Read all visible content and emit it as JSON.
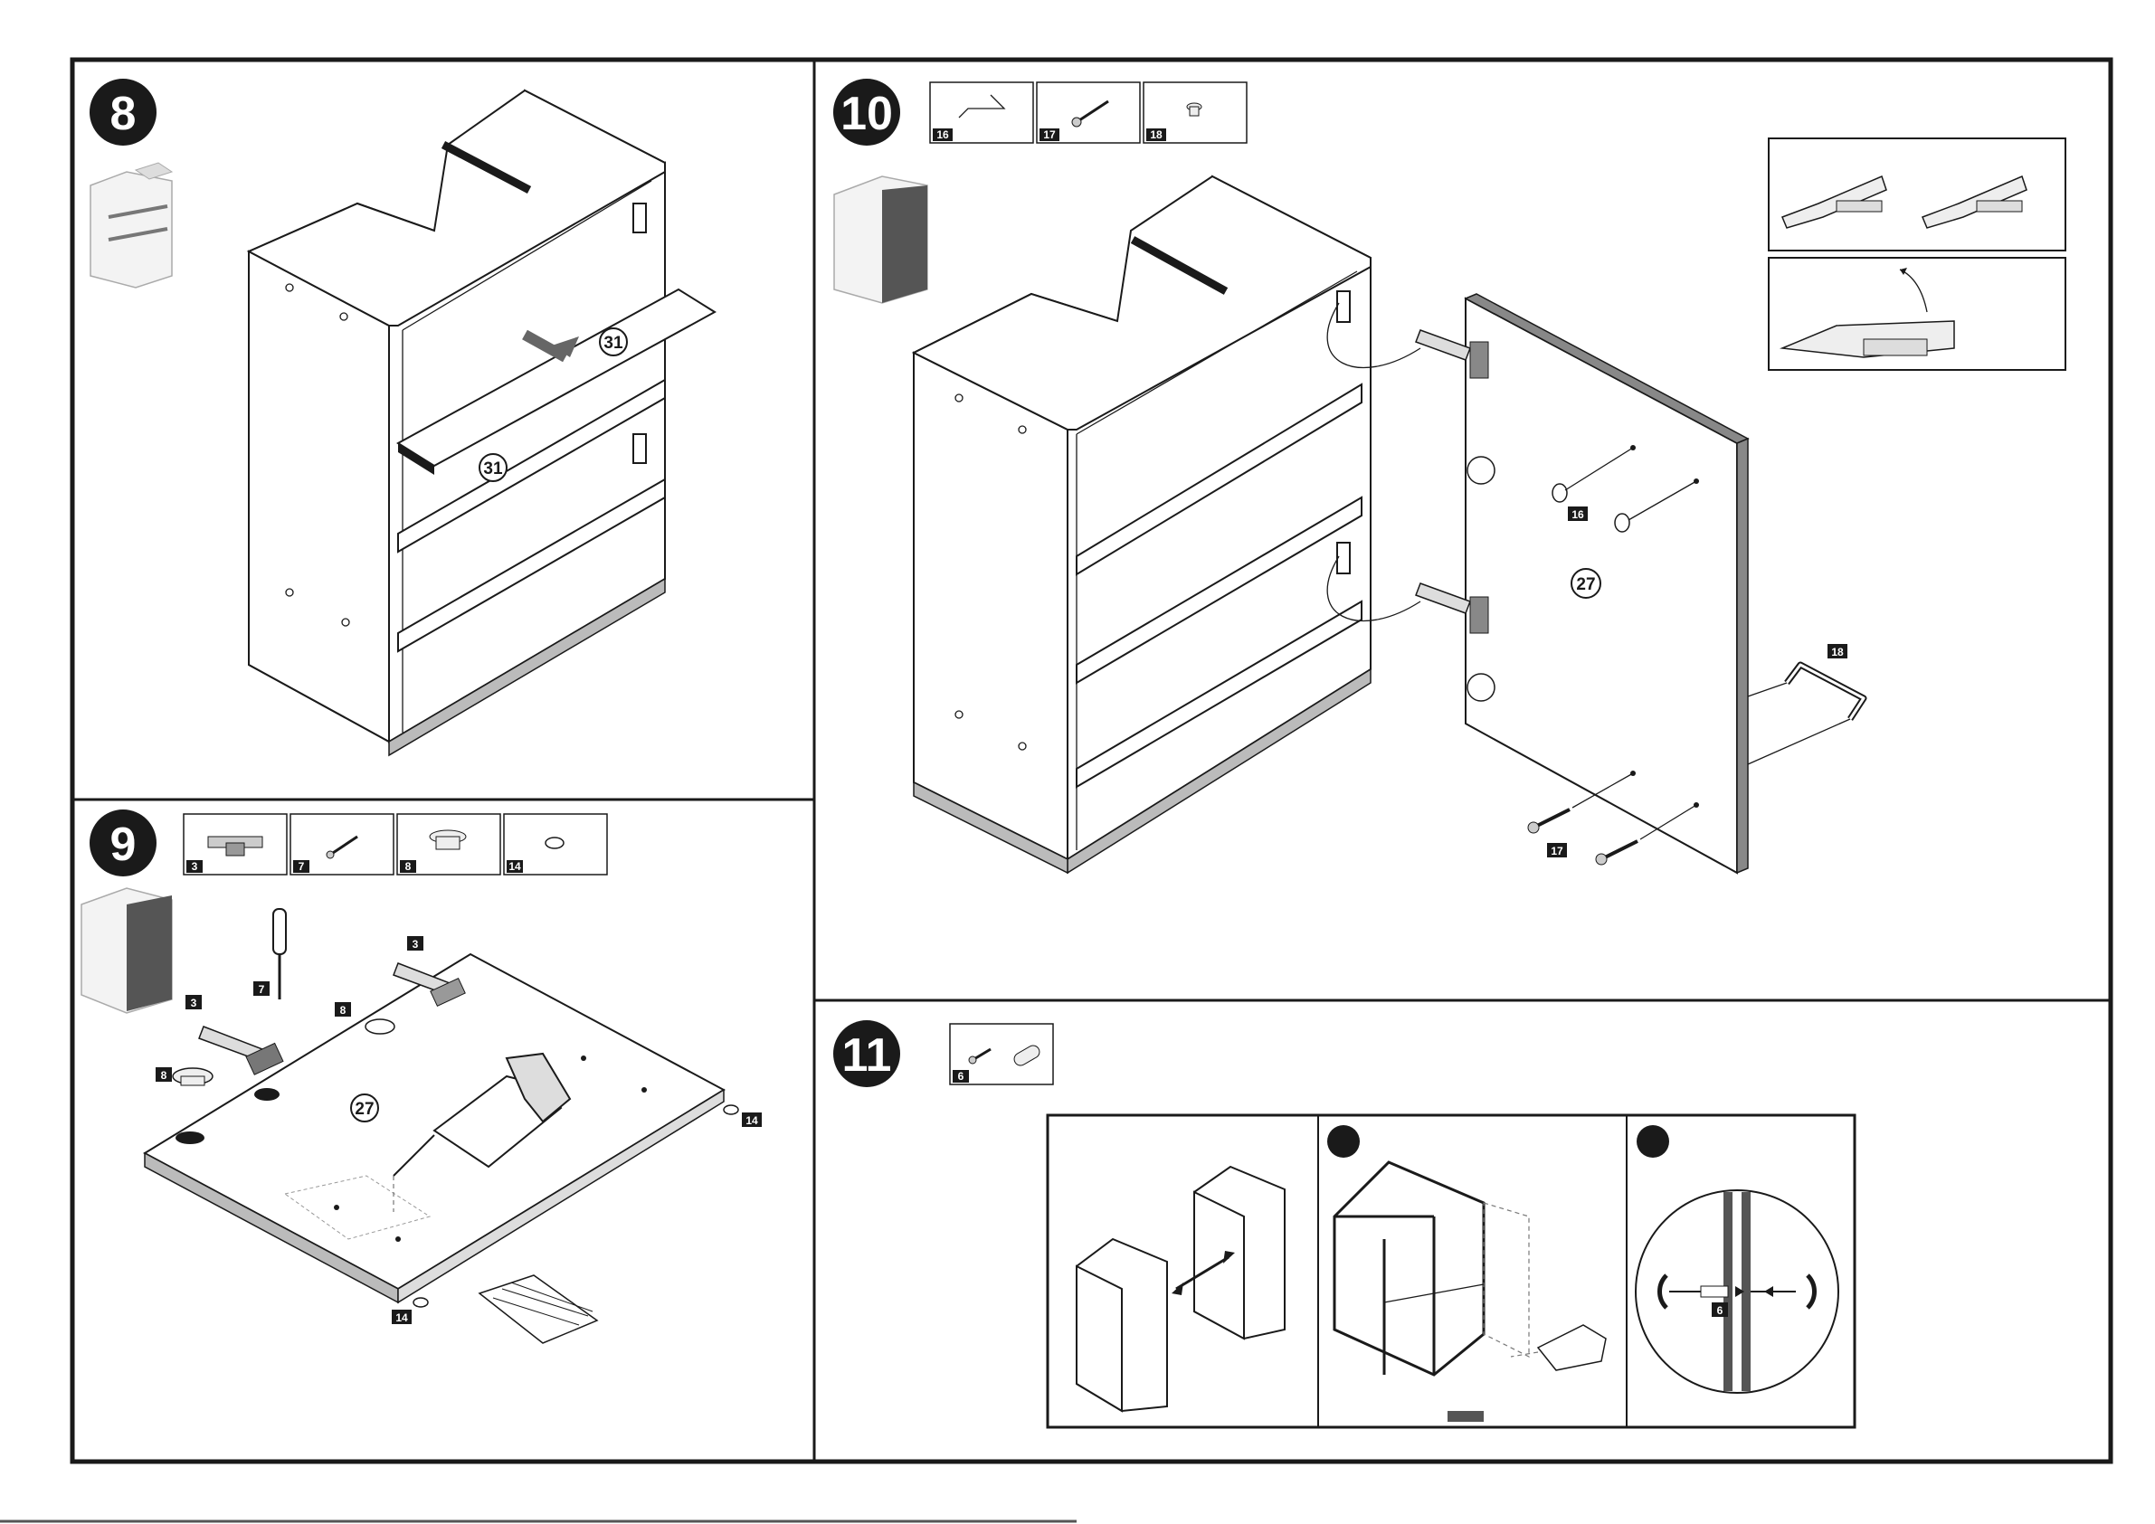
{
  "steps": [
    {
      "number": "8",
      "part_labels": [
        "31",
        "31"
      ]
    },
    {
      "number": "9",
      "parts": [
        "3",
        "7",
        "8",
        "14"
      ],
      "callouts": [
        "3",
        "3",
        "7",
        "8",
        "8",
        "14",
        "14"
      ],
      "panel_label": "27"
    },
    {
      "number": "10",
      "parts": [
        "16",
        "17",
        "18"
      ],
      "callouts": [
        "16",
        "17",
        "18"
      ],
      "panel_label": "27"
    },
    {
      "number": "11",
      "parts": [
        "6"
      ],
      "callouts": [
        "6"
      ]
    }
  ],
  "colors": {
    "border": "#1a1a1a",
    "dark_panel": "#555555",
    "edge_grey": "#999999"
  },
  "icons": [
    "screwdriver-icon",
    "drill-icon",
    "hammer-icon",
    "hinge-icon",
    "screw-icon",
    "knob-icon",
    "handle-icon",
    "dowel-icon"
  ]
}
